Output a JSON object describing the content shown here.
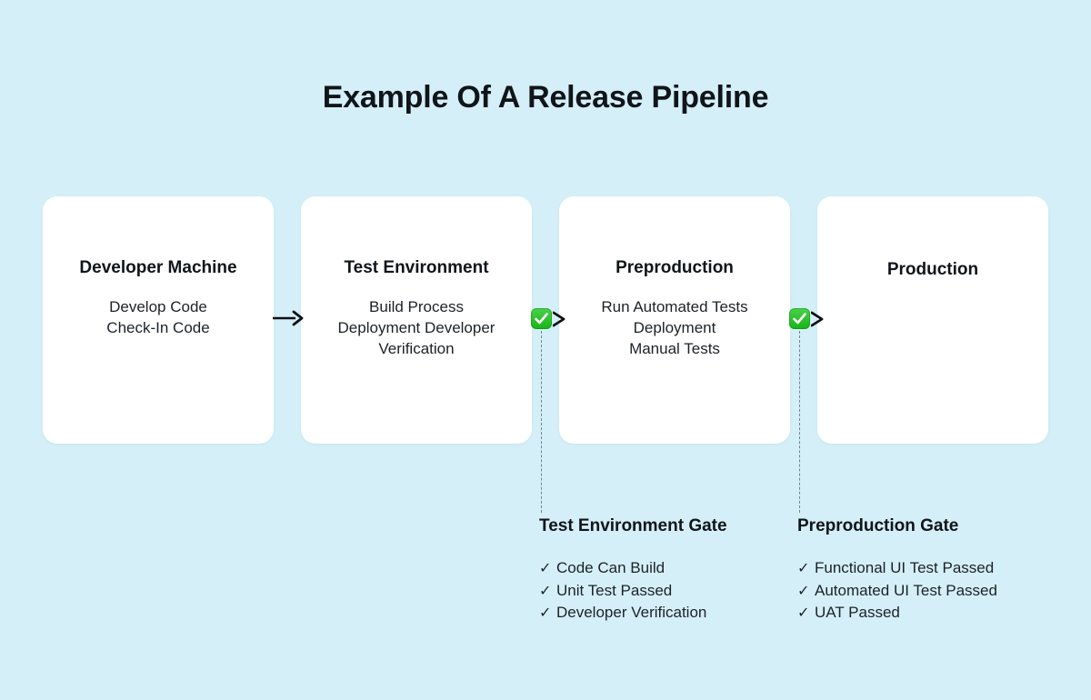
{
  "page": {
    "title": "Example Of A Release Pipeline",
    "background_color": "#d5eff8",
    "card_color": "#ffffff",
    "accent_green": "#22bb22",
    "text_color": "#10151a"
  },
  "stages": [
    {
      "name": "Developer Machine",
      "tasks": "Develop Code\nCheck-In Code"
    },
    {
      "name": "Test Environment",
      "tasks": "Build Process\nDeployment Developer Verification"
    },
    {
      "name": "Preproduction",
      "tasks": "Run Automated Tests\nDeployment\nManual Tests"
    },
    {
      "name": "Production",
      "tasks": ""
    }
  ],
  "connectors": [
    {
      "type": "arrow",
      "from": "Developer Machine",
      "to": "Test Environment"
    },
    {
      "type": "gate-arrow",
      "from": "Test Environment",
      "to": "Preproduction",
      "icon": "green-check-badge-icon"
    },
    {
      "type": "gate-arrow",
      "from": "Preproduction",
      "to": "Production",
      "icon": "green-check-badge-icon"
    }
  ],
  "gates": [
    {
      "title": "Test Environment Gate",
      "checks": [
        "Code Can Build",
        "Unit Test Passed",
        "Developer Verification"
      ]
    },
    {
      "title": "Preproduction Gate",
      "checks": [
        "Functional UI Test Passed",
        "Automated UI Test Passed",
        "UAT Passed"
      ]
    }
  ],
  "check_glyph": "✓"
}
